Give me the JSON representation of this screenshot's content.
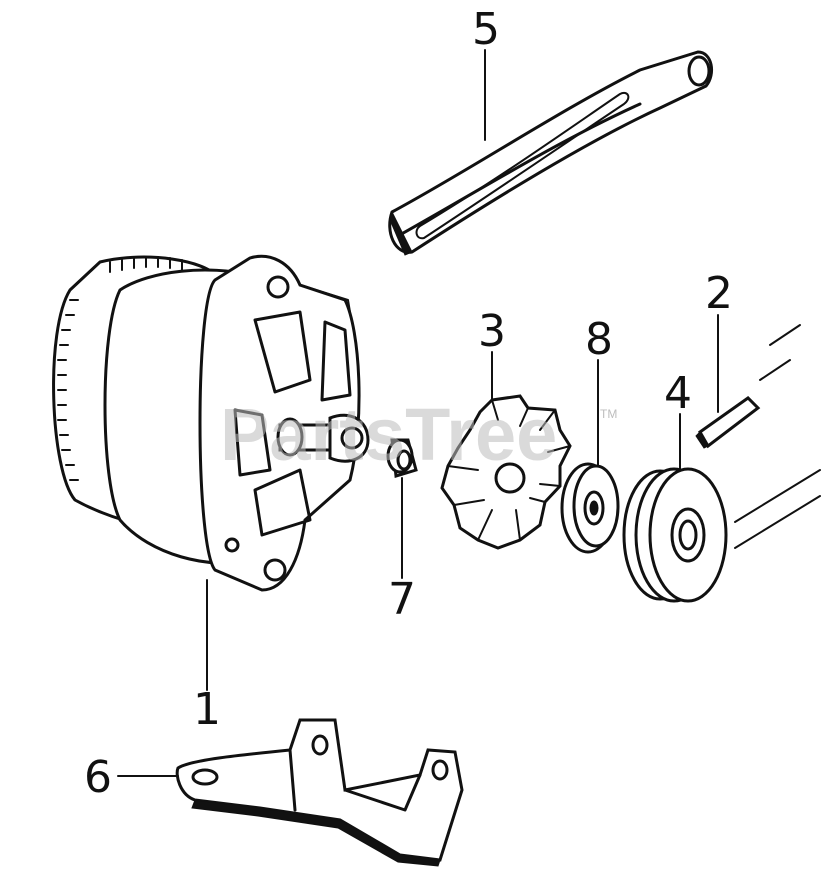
{
  "diagram": {
    "watermark": "PartsTree",
    "watermark_mark": "TM",
    "callouts": [
      "1",
      "2",
      "3",
      "4",
      "5",
      "6",
      "7",
      "8"
    ]
  }
}
